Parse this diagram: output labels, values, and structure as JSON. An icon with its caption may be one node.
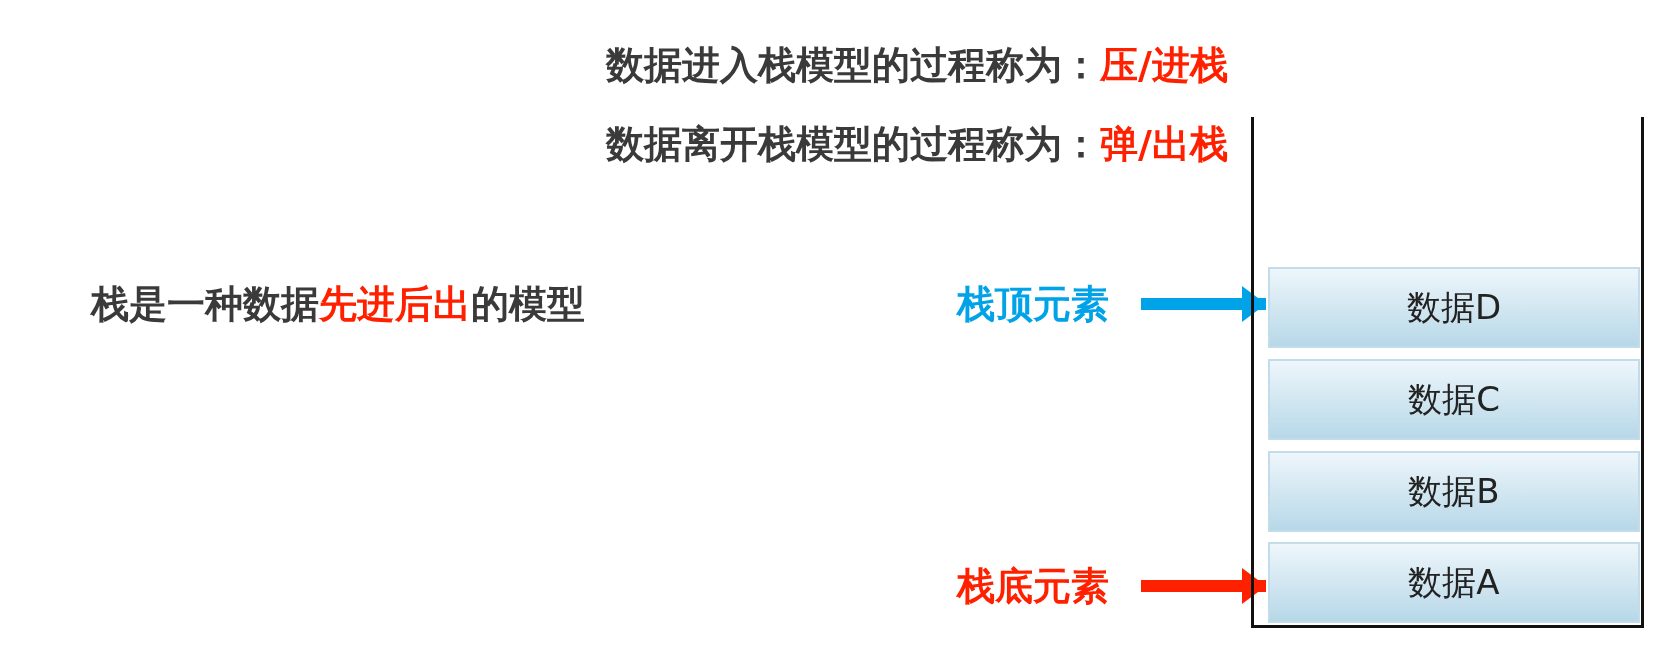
{
  "diagram": {
    "nodes": [
      {
        "text": [],
        "shape": "box"
      },
      {
        "text": [
          "数据D"
        ],
        "in": 0
      },
      {
        "text": [
          "数据C"
        ],
        "in": 0
      },
      {
        "text": [
          "数据B"
        ],
        "in": 0
      },
      {
        "text": [
          "数据A"
        ],
        "in": 0
      },
      {
        "text": [
          "栈顶元素"
        ]
      },
      {
        "text": [
          "栈底元素"
        ]
      }
    ],
    "edges": [
      {
        "from": 5,
        "to": 1,
        "arrow": "to",
        "color": "#00a2e8"
      },
      {
        "from": 6,
        "to": 4,
        "arrow": "to",
        "color": "#ff2000"
      }
    ],
    "labels": [
      "数据进入栈模型的过程称为：",
      "压/进栈",
      "数据离开栈模型的过程称为：",
      "弹/出栈",
      "栈是一种数据",
      "先进后出",
      "的模型"
    ]
  }
}
